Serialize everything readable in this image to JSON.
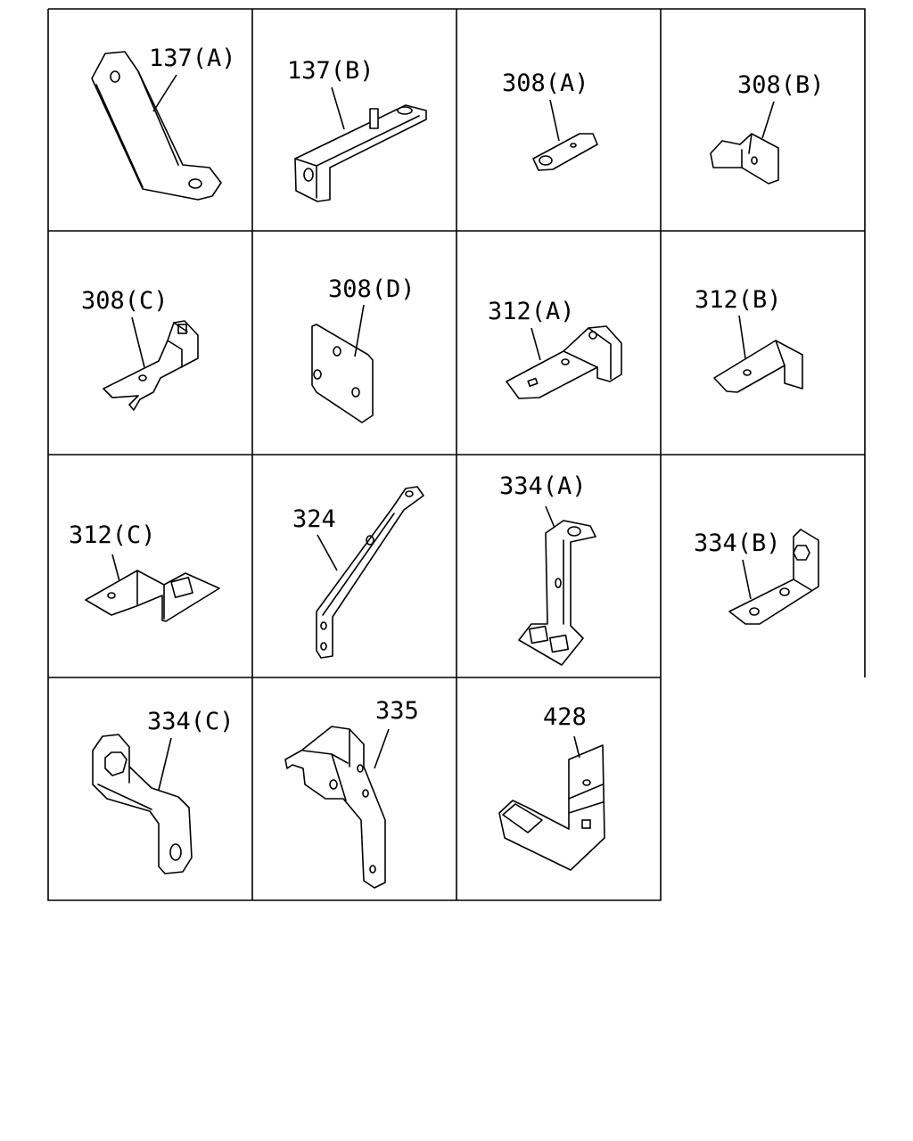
{
  "parts": [
    {
      "id": "137-a",
      "label": "137(A)"
    },
    {
      "id": "137-b",
      "label": "137(B)"
    },
    {
      "id": "308-a",
      "label": "308(A)"
    },
    {
      "id": "308-b",
      "label": "308(B)"
    },
    {
      "id": "308-c",
      "label": "308(C)"
    },
    {
      "id": "308-d",
      "label": "308(D)"
    },
    {
      "id": "312-a",
      "label": "312(A)"
    },
    {
      "id": "312-b",
      "label": "312(B)"
    },
    {
      "id": "312-c",
      "label": "312(C)"
    },
    {
      "id": "324",
      "label": "324"
    },
    {
      "id": "334-a",
      "label": "334(A)"
    },
    {
      "id": "334-b",
      "label": "334(B)"
    },
    {
      "id": "334-c",
      "label": "334(C)"
    },
    {
      "id": "335",
      "label": "335"
    },
    {
      "id": "428",
      "label": "428"
    }
  ]
}
